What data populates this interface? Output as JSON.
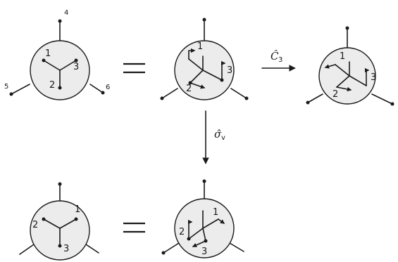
{
  "top_left": {
    "atoms": [
      "1",
      "2",
      "3"
    ],
    "outer": [
      "4",
      "5",
      "6"
    ]
  },
  "top_middle": {
    "atoms": [
      "1",
      "2",
      "3"
    ]
  },
  "top_right": {
    "atoms": [
      "1",
      "2",
      "3"
    ]
  },
  "bottom_left": {
    "atoms": [
      "1",
      "2",
      "3"
    ]
  },
  "bottom_middle": {
    "atoms": [
      "1",
      "2",
      "3"
    ]
  },
  "operators": {
    "c3": "Ĉ",
    "c3_sub": "3",
    "sigma": "σ̂",
    "sigma_sub": "v"
  }
}
